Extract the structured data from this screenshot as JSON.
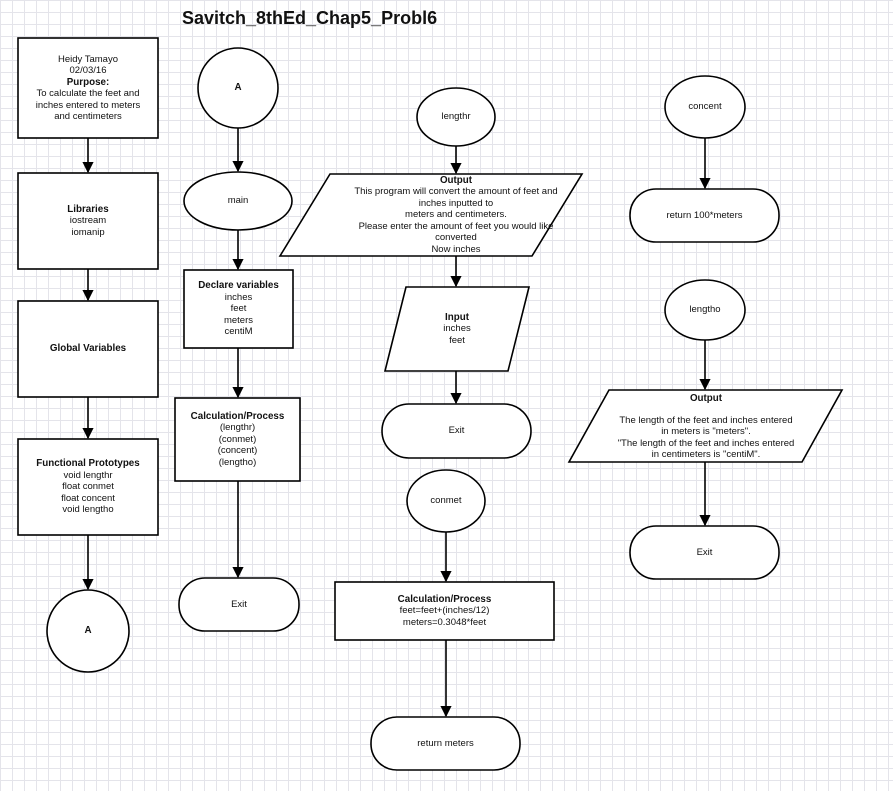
{
  "title": "Savitch_8thEd_Chap5_Probl6",
  "col1": {
    "header": {
      "author": "Heidy Tamayo",
      "date": "02/03/16",
      "purpose_label": "Purpose:",
      "purpose_lines": [
        "To calculate the feet and",
        "inches entered to meters",
        "and centimeters"
      ]
    },
    "libraries": {
      "heading": "Libraries",
      "lines": [
        "iostream",
        "iomanip"
      ]
    },
    "globals": {
      "heading": "Global Variables"
    },
    "prototypes": {
      "heading": "Functional Prototypes",
      "lines": [
        "void lengthr",
        "float conmet",
        "float concent",
        "void lengtho"
      ]
    },
    "connector": "A"
  },
  "col2": {
    "connector": "A",
    "main": "main",
    "declare": {
      "heading": "Declare variables",
      "lines": [
        "inches",
        "feet",
        "meters",
        "centiM"
      ]
    },
    "calc": {
      "heading": "Calculation/Process",
      "lines": [
        "(lengthr)",
        "(conmet)",
        "(concent)",
        "(lengtho)"
      ]
    },
    "exit": "Exit"
  },
  "col3": {
    "start": "lengthr",
    "output": {
      "heading": "Output",
      "lines": [
        "This program will convert the amount of feet and",
        "inches inputted to",
        "meters and centimeters.",
        "Please enter the amount of feet you would like",
        "converted",
        "Now inches"
      ]
    },
    "input": {
      "heading": "Input",
      "lines": [
        "inches",
        "feet"
      ]
    },
    "exit": "Exit",
    "conmet": "conmet",
    "calc": {
      "heading": "Calculation/Process",
      "lines": [
        "feet=feet+(inches/12)",
        "meters=0.3048*feet"
      ]
    },
    "return": "return meters"
  },
  "col4": {
    "concent": "concent",
    "concent_return": "return 100*meters",
    "lengtho": "lengtho",
    "output": {
      "heading": "Output",
      "lines": [
        "The length of the feet and inches entered",
        "in meters is \"meters\".",
        "\"The length of the feet and inches entered",
        "in centimeters is \"centiM\"."
      ]
    },
    "exit": "Exit"
  }
}
